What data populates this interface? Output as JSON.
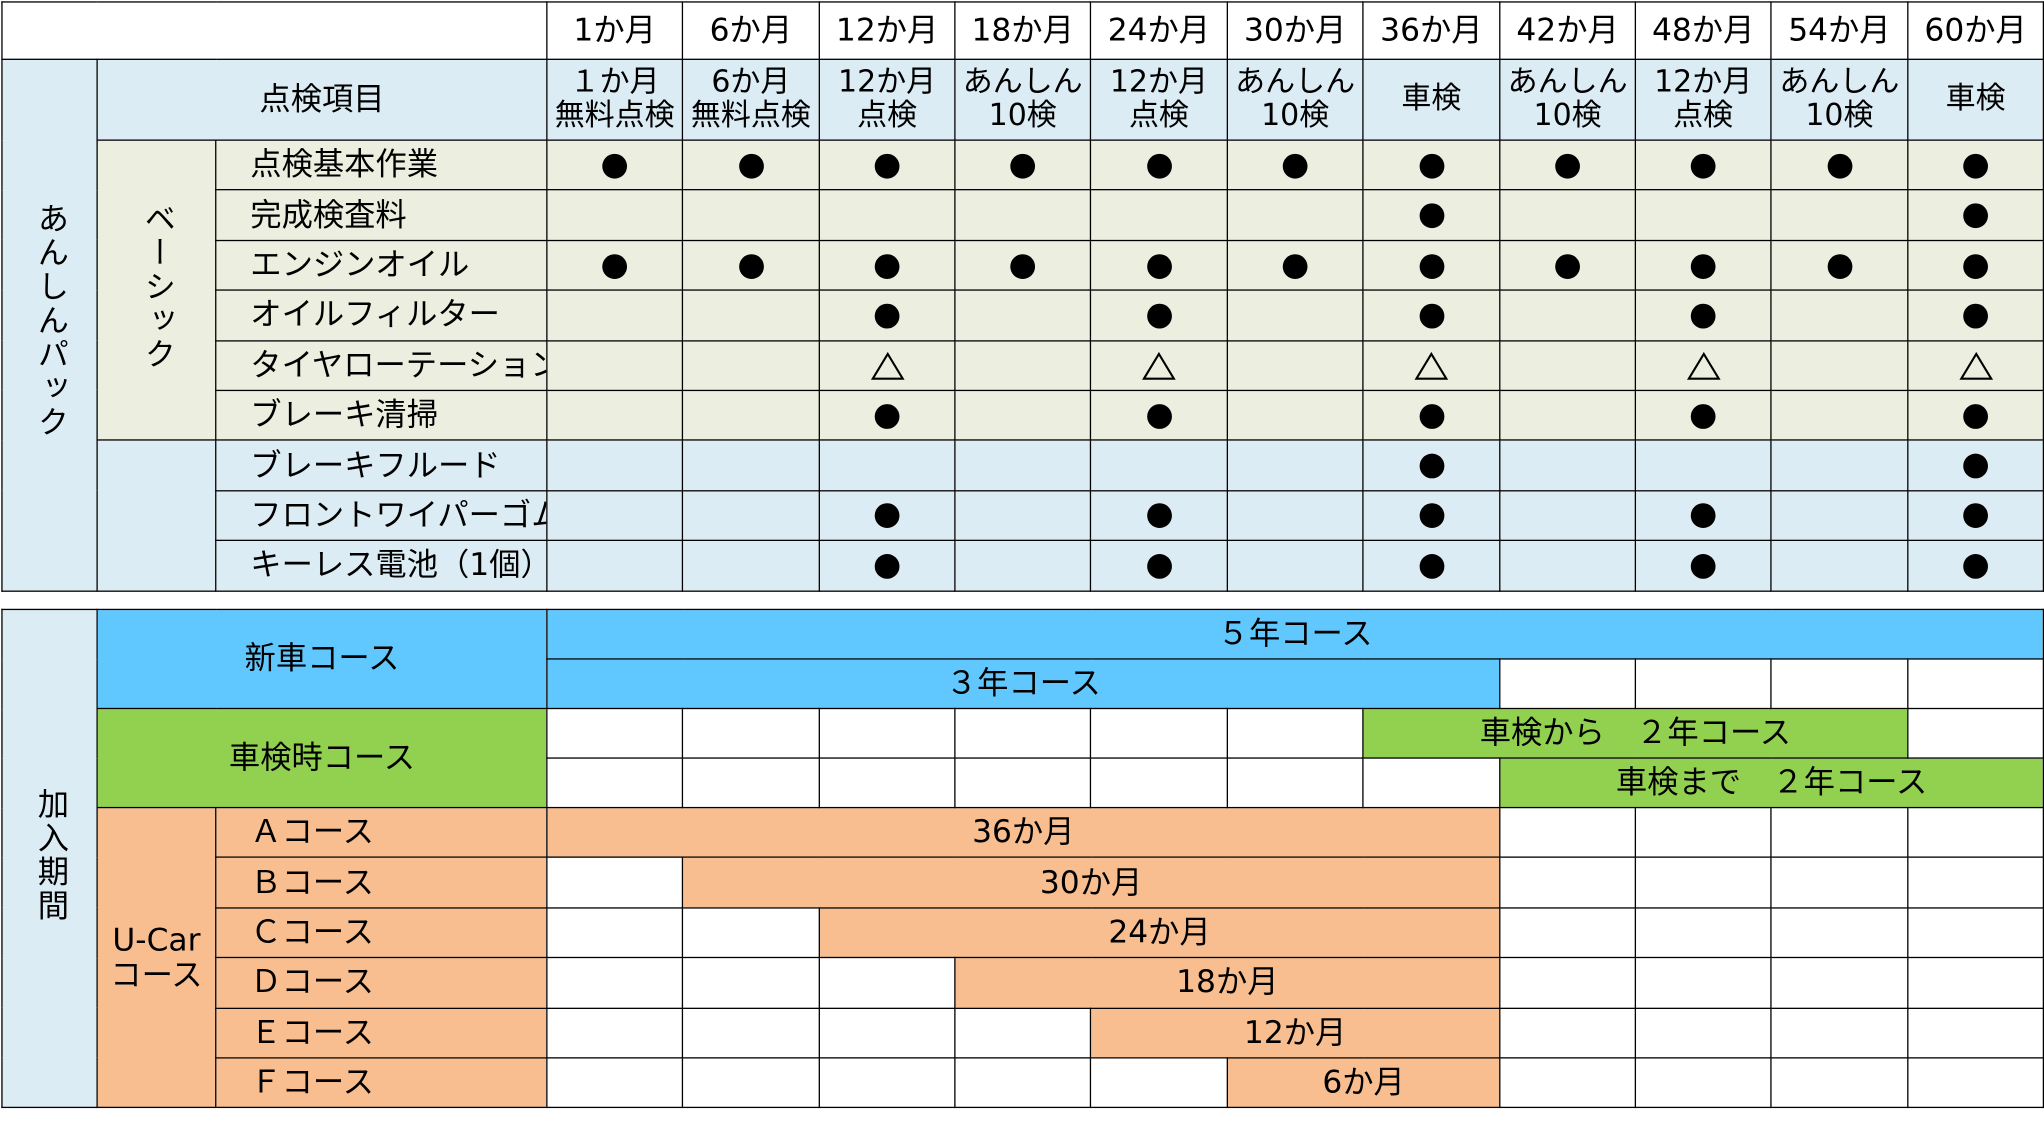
{
  "months": [
    "1か月",
    "6か月",
    "12か月",
    "18か月",
    "24か月",
    "30か月",
    "36か月",
    "42か月",
    "48か月",
    "54か月",
    "60か月"
  ],
  "inspection_header": "点検項目",
  "inspection_types": [
    [
      "１か月",
      "無料点検"
    ],
    [
      "6か月",
      "無料点検"
    ],
    [
      "12か月",
      "点検"
    ],
    [
      "あんしん",
      "10検"
    ],
    [
      "12か月",
      "点検"
    ],
    [
      "あんしん",
      "10検"
    ],
    [
      "車検"
    ],
    [
      "あんしん",
      "10検"
    ],
    [
      "12か月",
      "点検"
    ],
    [
      "あんしん",
      "10検"
    ],
    [
      "車検"
    ]
  ],
  "pack_label": "あんしんパック",
  "basic_label": "ベーシック",
  "items": [
    {
      "name": "点検基本作業",
      "group": "basic",
      "marks": [
        "dot",
        "dot",
        "dot",
        "dot",
        "dot",
        "dot",
        "dot",
        "dot",
        "dot",
        "dot",
        "dot"
      ]
    },
    {
      "name": "完成検査料",
      "group": "basic",
      "marks": [
        "",
        "",
        "",
        "",
        "",
        "",
        "dot",
        "",
        "",
        "",
        "dot"
      ]
    },
    {
      "name": "エンジンオイル",
      "group": "basic",
      "marks": [
        "dot",
        "dot",
        "dot",
        "dot",
        "dot",
        "dot",
        "dot",
        "dot",
        "dot",
        "dot",
        "dot"
      ]
    },
    {
      "name": "オイルフィルター",
      "group": "basic",
      "marks": [
        "",
        "",
        "dot",
        "",
        "dot",
        "",
        "dot",
        "",
        "dot",
        "",
        "dot"
      ]
    },
    {
      "name": "タイヤローテーション",
      "group": "basic",
      "marks": [
        "",
        "",
        "tri",
        "",
        "tri",
        "",
        "tri",
        "",
        "tri",
        "",
        "tri"
      ]
    },
    {
      "name": "ブレーキ清掃",
      "group": "basic",
      "marks": [
        "",
        "",
        "dot",
        "",
        "dot",
        "",
        "dot",
        "",
        "dot",
        "",
        "dot"
      ]
    },
    {
      "name": "ブレーキフルード",
      "group": "extra",
      "marks": [
        "",
        "",
        "",
        "",
        "",
        "",
        "dot",
        "",
        "",
        "",
        "dot"
      ]
    },
    {
      "name": "フロントワイパーゴム",
      "group": "extra",
      "marks": [
        "",
        "",
        "dot",
        "",
        "dot",
        "",
        "dot",
        "",
        "dot",
        "",
        "dot"
      ]
    },
    {
      "name": "キーレス電池（1個）",
      "group": "extra",
      "marks": [
        "",
        "",
        "dot",
        "",
        "dot",
        "",
        "dot",
        "",
        "dot",
        "",
        "dot"
      ]
    }
  ],
  "period_label": "加入期間",
  "new_car": {
    "label": "新車コース",
    "five_year": "５年コース",
    "three_year": "３年コース"
  },
  "shaken": {
    "label": "車検時コース",
    "from_two": "車検から　２年コース",
    "until_two": "車検まで　２年コース"
  },
  "ucar": {
    "label": "U-Car コース",
    "courses": [
      {
        "name": "Ａコース",
        "period": "36か月",
        "start": 0
      },
      {
        "name": "Ｂコース",
        "period": "30か月",
        "start": 1
      },
      {
        "name": "Ｃコース",
        "period": "24か月",
        "start": 2
      },
      {
        "name": "Ｄコース",
        "period": "18か月",
        "start": 3
      },
      {
        "name": "Ｅコース",
        "period": "12か月",
        "start": 4
      },
      {
        "name": "Ｆコース",
        "period": "6か月",
        "start": 5
      }
    ]
  },
  "colors": {
    "basic_bg": "#eceedf",
    "extra_bg": "#dcecf4",
    "new_car": "#60c8ff",
    "shaken": "#92d050",
    "ucar": "#f8be90"
  }
}
